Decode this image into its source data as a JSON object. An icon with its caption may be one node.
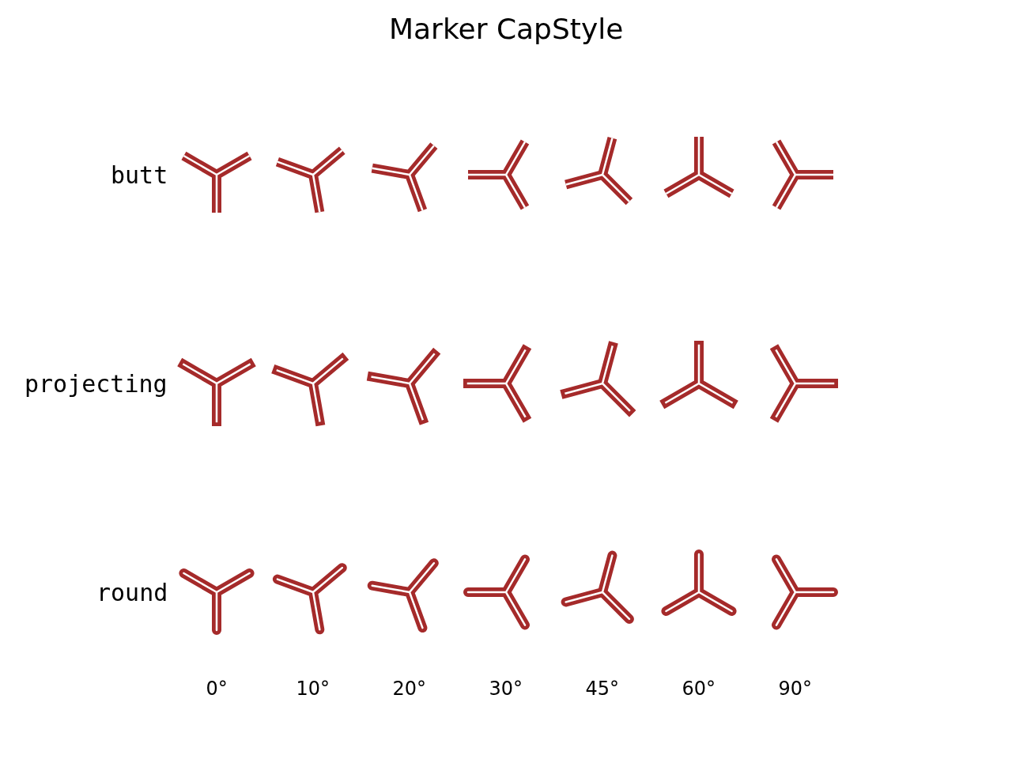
{
  "diagram": {
    "title": "Marker CapStyle",
    "labels": [
      "butt",
      "projecting",
      "round",
      "0°",
      "10°",
      "20°",
      "30°",
      "45°",
      "60°",
      "90°"
    ]
  }
}
